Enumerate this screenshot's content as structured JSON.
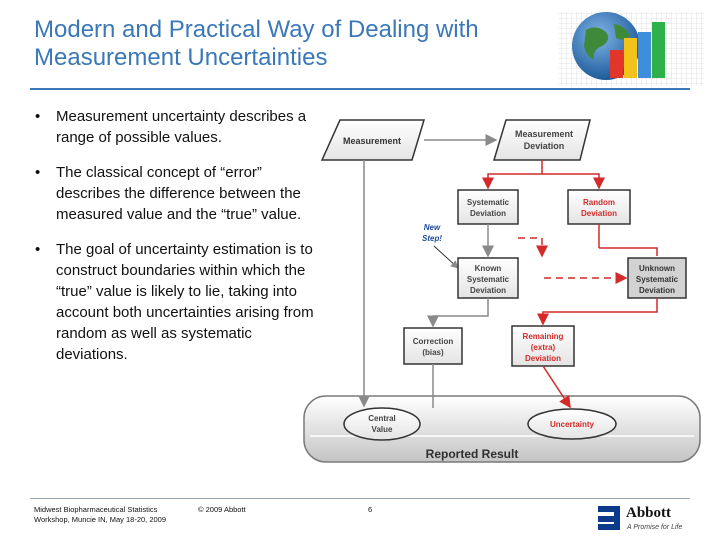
{
  "title": {
    "line1": "Modern and Practical Way of Dealing with",
    "line2": "Measurement Uncertainties"
  },
  "bullets": [
    "Measurement uncertainty describes a range of possible values.",
    "The classical concept of “error” describes the difference between the measured value and the “true” value.",
    "The goal of uncertainty estimation is to construct boundaries within which the “true” value is likely to lie, taking into account both uncertainties arising from random as well as systematic deviations."
  ],
  "diagram": {
    "measurement": "Measurement",
    "measurement_deviation": [
      "Measurement",
      "Deviation"
    ],
    "systematic_deviation": [
      "Systematic",
      "Deviation"
    ],
    "random_deviation": [
      "Random",
      "Deviation"
    ],
    "new_step": [
      "New",
      "Step!"
    ],
    "known_systematic_deviation": [
      "Known",
      "Systematic",
      "Deviation"
    ],
    "unknown_systematic_deviation": [
      "Unknown",
      "Systematic",
      "Deviation"
    ],
    "correction": [
      "Correction",
      "(bias)"
    ],
    "remaining_deviation": [
      "Remaining",
      "(extra)",
      "Deviation"
    ],
    "central_value": [
      "Central",
      "Value"
    ],
    "uncertainty": "Uncertainty",
    "reported_result": "Reported Result"
  },
  "footer": {
    "event_line1": "Midwest Biopharmaceutical Statistics",
    "event_line2": "Workshop, Muncie IN, May 18-20, 2009",
    "copyright": "© 2009 Abbott",
    "page": "6"
  },
  "brand": {
    "name": "Abbott",
    "tagline": "A Promise for Life"
  },
  "colors": {
    "title": "#3a78b8",
    "accent_red": "#d42a2a",
    "arrow_gray": "#8a8a8a"
  }
}
